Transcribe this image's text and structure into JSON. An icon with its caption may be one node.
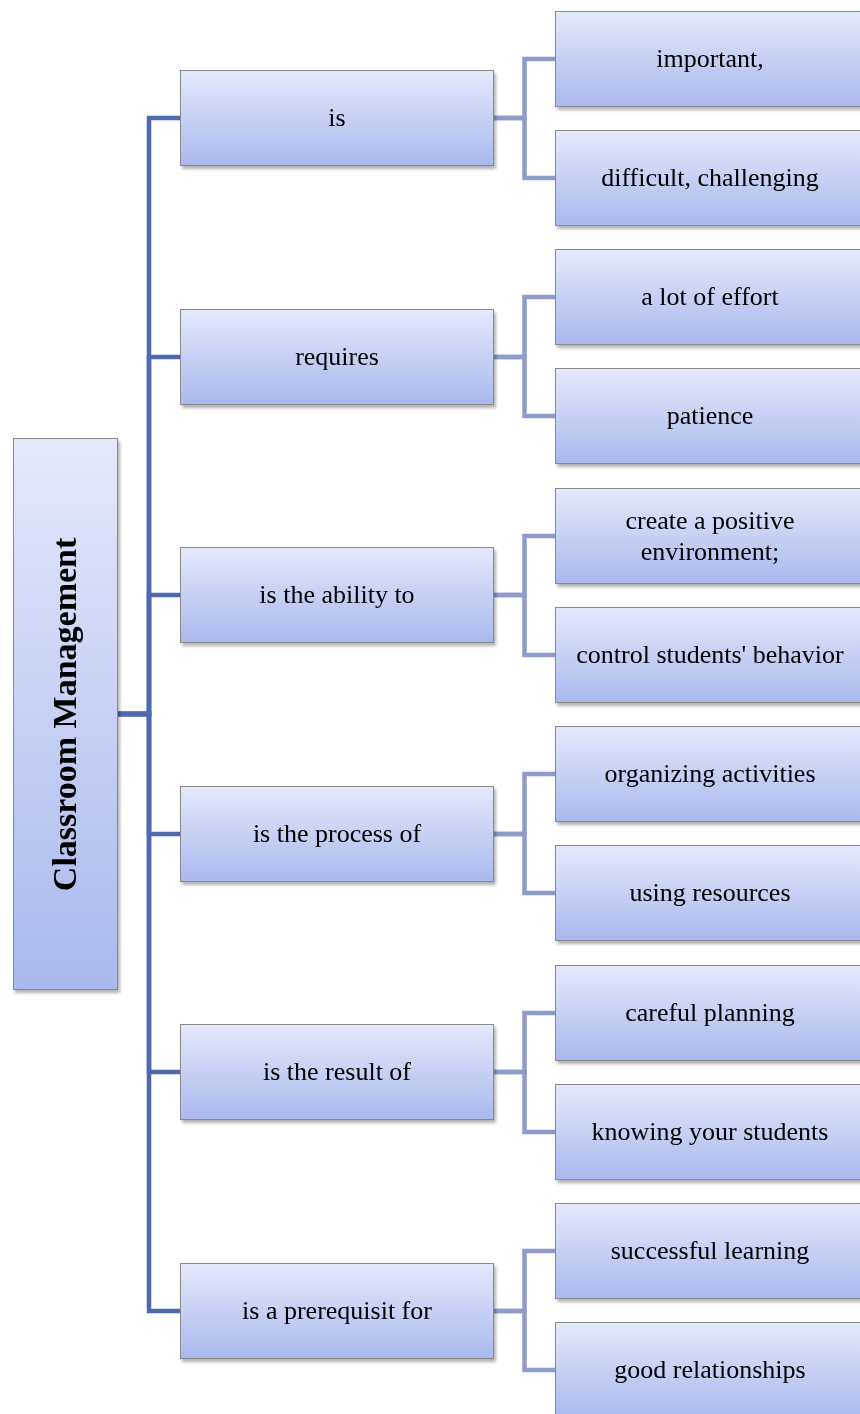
{
  "diagram": {
    "nodes": [
      {
        "text": [
          "Classroom Management"
        ]
      },
      {
        "text": [
          "is"
        ]
      },
      {
        "text": [
          "important,"
        ]
      },
      {
        "text": [
          "difficult, challenging"
        ]
      },
      {
        "text": [
          "requires"
        ]
      },
      {
        "text": [
          "a lot of effort"
        ]
      },
      {
        "text": [
          "patience"
        ]
      },
      {
        "text": [
          "is the ability to"
        ]
      },
      {
        "text": [
          "create a positive environment;"
        ]
      },
      {
        "text": [
          "control students' behavior"
        ]
      },
      {
        "text": [
          "is the process of"
        ]
      },
      {
        "text": [
          "organizing activities"
        ]
      },
      {
        "text": [
          "using resources"
        ]
      },
      {
        "text": [
          "is the result of"
        ]
      },
      {
        "text": [
          "careful planning"
        ]
      },
      {
        "text": [
          "knowing your students"
        ]
      },
      {
        "text": [
          "is a prerequisit for"
        ]
      },
      {
        "text": [
          "successful learning"
        ]
      },
      {
        "text": [
          "good relationships"
        ]
      }
    ],
    "edges": [
      {
        "from": 0,
        "to": 1,
        "arrow": "none",
        "color": "#4e69ae"
      },
      {
        "from": 0,
        "to": 4,
        "arrow": "none",
        "color": "#4e69ae"
      },
      {
        "from": 0,
        "to": 7,
        "arrow": "none",
        "color": "#4e69ae"
      },
      {
        "from": 0,
        "to": 10,
        "arrow": "none",
        "color": "#4e69ae"
      },
      {
        "from": 0,
        "to": 13,
        "arrow": "none",
        "color": "#4e69ae"
      },
      {
        "from": 0,
        "to": 16,
        "arrow": "none",
        "color": "#4e69ae"
      },
      {
        "from": 1,
        "to": 2,
        "arrow": "none"
      },
      {
        "from": 1,
        "to": 3,
        "arrow": "none"
      },
      {
        "from": 4,
        "to": 5,
        "arrow": "none"
      },
      {
        "from": 4,
        "to": 6,
        "arrow": "none"
      },
      {
        "from": 7,
        "to": 8,
        "arrow": "none"
      },
      {
        "from": 7,
        "to": 9,
        "arrow": "none"
      },
      {
        "from": 10,
        "to": 11,
        "arrow": "none"
      },
      {
        "from": 10,
        "to": 12,
        "arrow": "none"
      },
      {
        "from": 13,
        "to": 14,
        "arrow": "none"
      },
      {
        "from": 13,
        "to": 15,
        "arrow": "none"
      },
      {
        "from": 16,
        "to": 17,
        "arrow": "none"
      },
      {
        "from": 16,
        "to": 18,
        "arrow": "none"
      }
    ]
  }
}
